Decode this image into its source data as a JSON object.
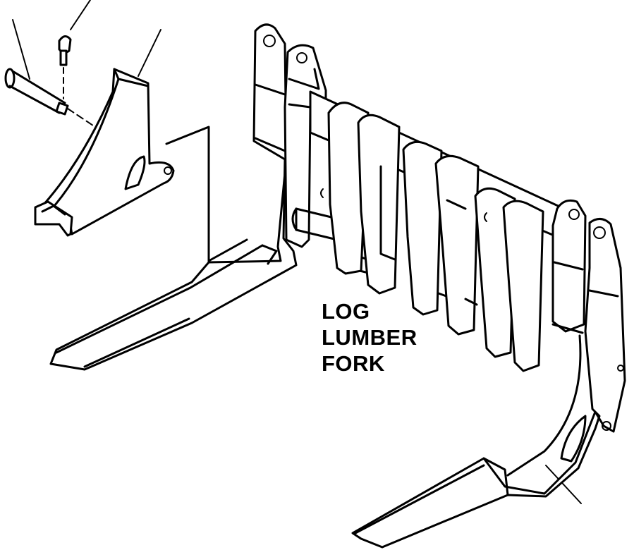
{
  "diagram": {
    "caption_lines": [
      "LOG",
      "LUMBER",
      "FORK"
    ]
  }
}
